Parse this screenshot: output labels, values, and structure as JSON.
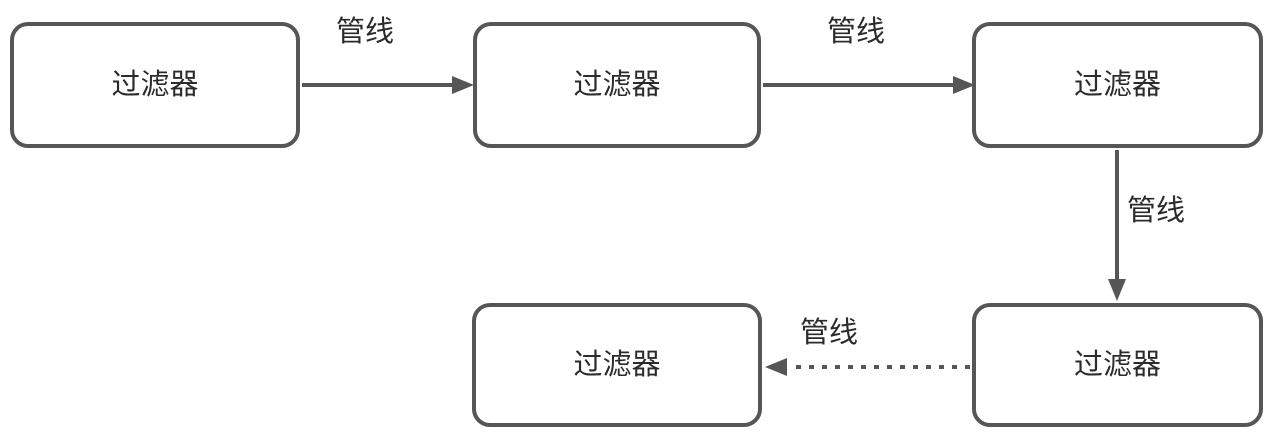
{
  "diagram": {
    "kind": "flowchart",
    "background": "#ffffff",
    "colors": {
      "node_border": "#565656",
      "node_fill": "#ffffff",
      "edge_stroke": "#565656",
      "text": "#2b2b2b"
    },
    "nodes": [
      {
        "id": "filter-top-left",
        "label": "过滤器"
      },
      {
        "id": "filter-top-middle",
        "label": "过滤器"
      },
      {
        "id": "filter-top-right",
        "label": "过滤器"
      },
      {
        "id": "filter-bottom-right",
        "label": "过滤器"
      },
      {
        "id": "filter-bottom-middle",
        "label": "过滤器"
      }
    ],
    "edges": [
      {
        "label": "管线",
        "from": "filter-top-left",
        "to": "filter-top-middle",
        "style": "solid",
        "direction": "right"
      },
      {
        "label": "管线",
        "from": "filter-top-middle",
        "to": "filter-top-right",
        "style": "solid",
        "direction": "right"
      },
      {
        "label": "管线",
        "from": "filter-top-right",
        "to": "filter-bottom-right",
        "style": "solid",
        "direction": "down"
      },
      {
        "label": "管线",
        "from": "filter-bottom-right",
        "to": "filter-bottom-middle",
        "style": "dotted",
        "direction": "left"
      }
    ]
  }
}
